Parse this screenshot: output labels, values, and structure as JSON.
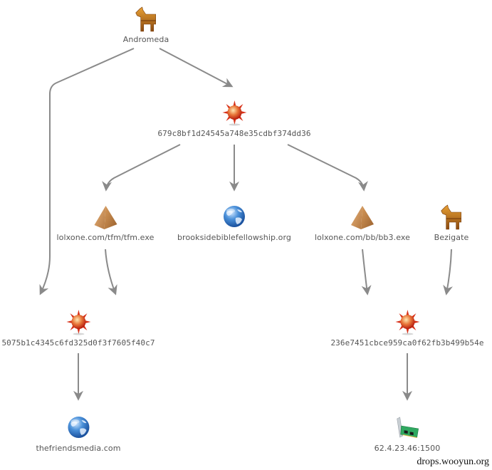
{
  "graph": {
    "nodes": [
      {
        "id": "andromeda",
        "type": "trojan",
        "icon": "trojan-horse-icon",
        "label": "Andromeda"
      },
      {
        "id": "hash1",
        "type": "malware",
        "icon": "malware-virus-icon",
        "label": "679c8bf1d24545a748e35cdbf374dd36"
      },
      {
        "id": "tfm",
        "type": "file",
        "icon": "pyramid-file-icon",
        "label": "lolxone.com/tfm/tfm.exe"
      },
      {
        "id": "brookside",
        "type": "domain",
        "icon": "globe-icon",
        "label": "brooksidebiblefellowship.org"
      },
      {
        "id": "bb3",
        "type": "file",
        "icon": "pyramid-file-icon",
        "label": "lolxone.com/bb/bb3.exe"
      },
      {
        "id": "bezigate",
        "type": "trojan",
        "icon": "trojan-horse-icon",
        "label": "Bezigate"
      },
      {
        "id": "hash2",
        "type": "malware",
        "icon": "malware-virus-icon",
        "label": "5075b1c4345c6fd325d0f3f7605f40c7"
      },
      {
        "id": "hash3",
        "type": "malware",
        "icon": "malware-virus-icon",
        "label": "236e7451cbce959ca0f62fb3b499b54e"
      },
      {
        "id": "friends",
        "type": "domain",
        "icon": "globe-icon",
        "label": "thefriendsmedia.com"
      },
      {
        "id": "ip",
        "type": "ip",
        "icon": "network-card-icon",
        "label": "62.4.23.46:1500"
      }
    ],
    "edges": [
      {
        "from": "andromeda",
        "to": "hash1"
      },
      {
        "from": "andromeda",
        "to": "hash2"
      },
      {
        "from": "hash1",
        "to": "tfm"
      },
      {
        "from": "hash1",
        "to": "brookside"
      },
      {
        "from": "hash1",
        "to": "bb3"
      },
      {
        "from": "tfm",
        "to": "hash2"
      },
      {
        "from": "bb3",
        "to": "hash3"
      },
      {
        "from": "bezigate",
        "to": "hash3"
      },
      {
        "from": "hash2",
        "to": "friends"
      },
      {
        "from": "hash3",
        "to": "ip"
      }
    ],
    "colors": {
      "edge": "#8a8a8a",
      "label": "#555555"
    }
  },
  "watermark": "drops.wooyun.org"
}
